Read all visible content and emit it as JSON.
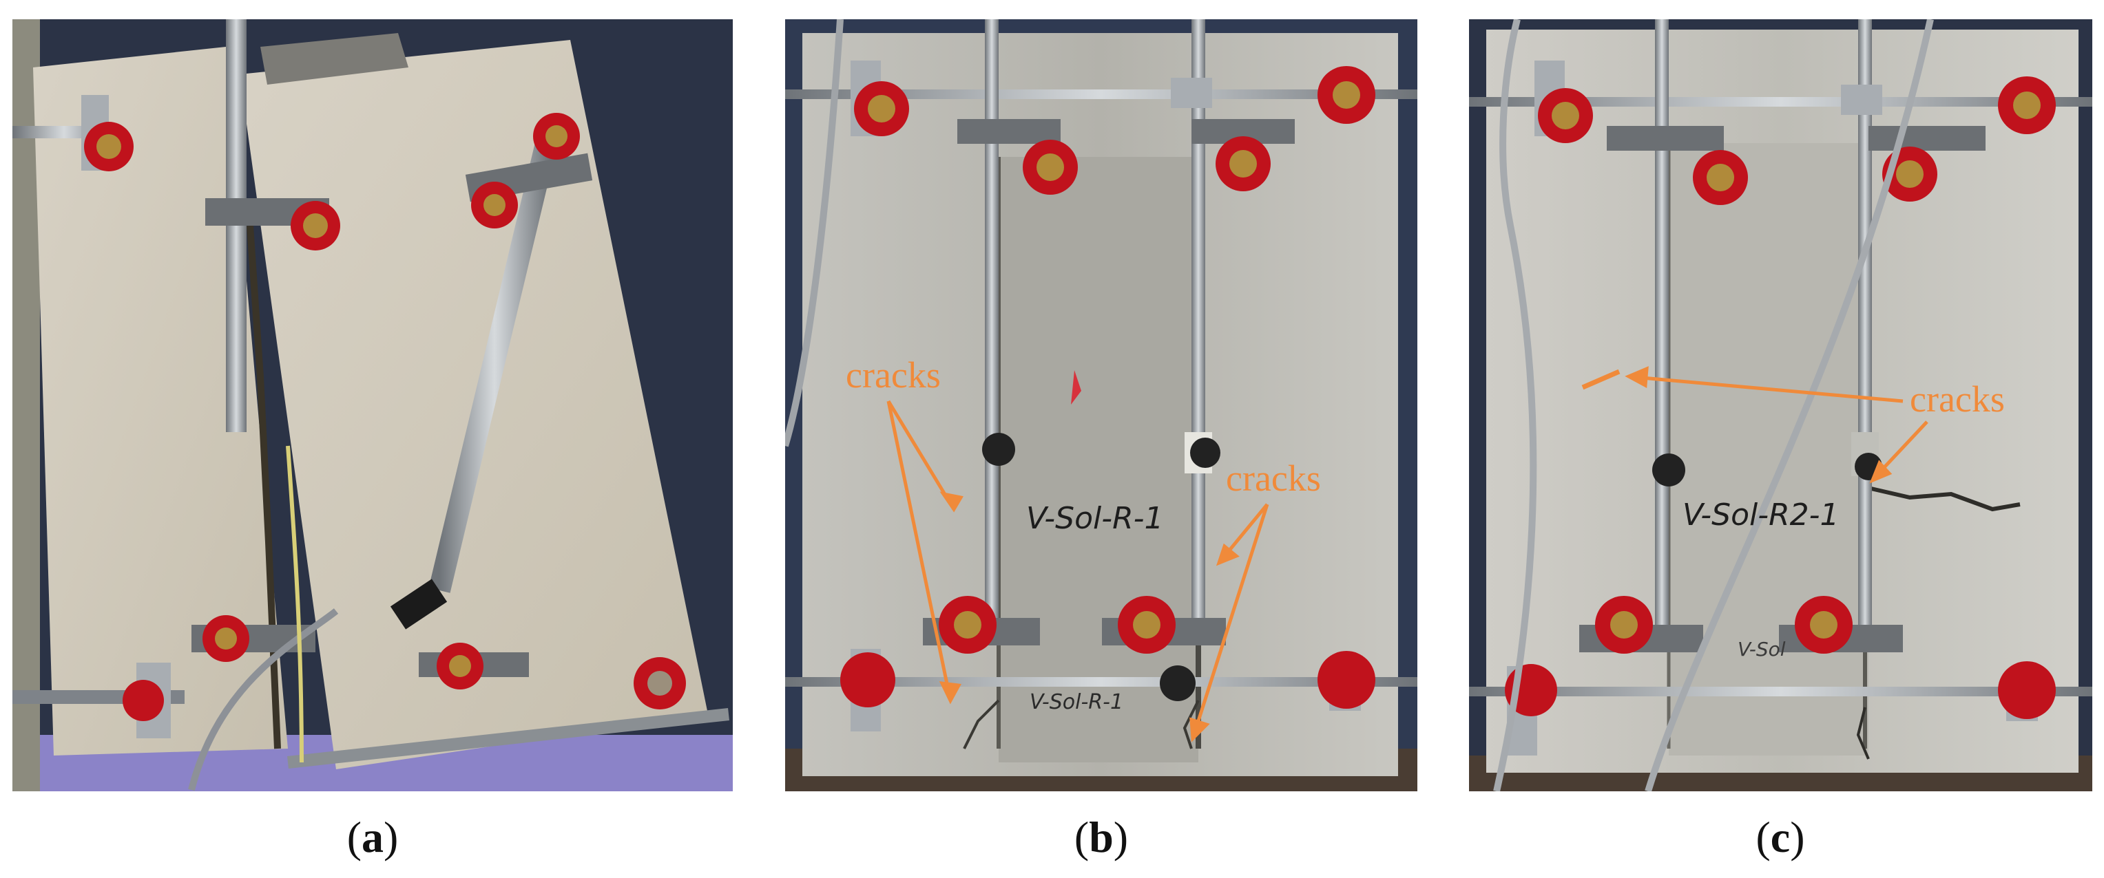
{
  "colors": {
    "annotation": "#f08a3a",
    "concrete": "#cfc9bc",
    "concrete_gray": "#b9b8b2",
    "backdrop": "#2c3447",
    "seal_red": "#c0121c",
    "steel": "#9aa0a6"
  },
  "panels": [
    {
      "id": "a",
      "letter": "a",
      "caption_open": "(",
      "caption_close": ")"
    },
    {
      "id": "b",
      "letter": "b",
      "caption_open": "(",
      "caption_close": ")",
      "annotations": [
        "cracks",
        "cracks"
      ]
    },
    {
      "id": "c",
      "letter": "c",
      "caption_open": "(",
      "caption_close": ")",
      "annotations": [
        "cracks"
      ],
      "specimen_label": "V-Sol-R2-1"
    }
  ],
  "labels": {
    "b_specimen": "V-Sol-R-1",
    "b_specimen_lower": "V-Sol-R-1",
    "c_specimen_lower": "V-Sol"
  }
}
